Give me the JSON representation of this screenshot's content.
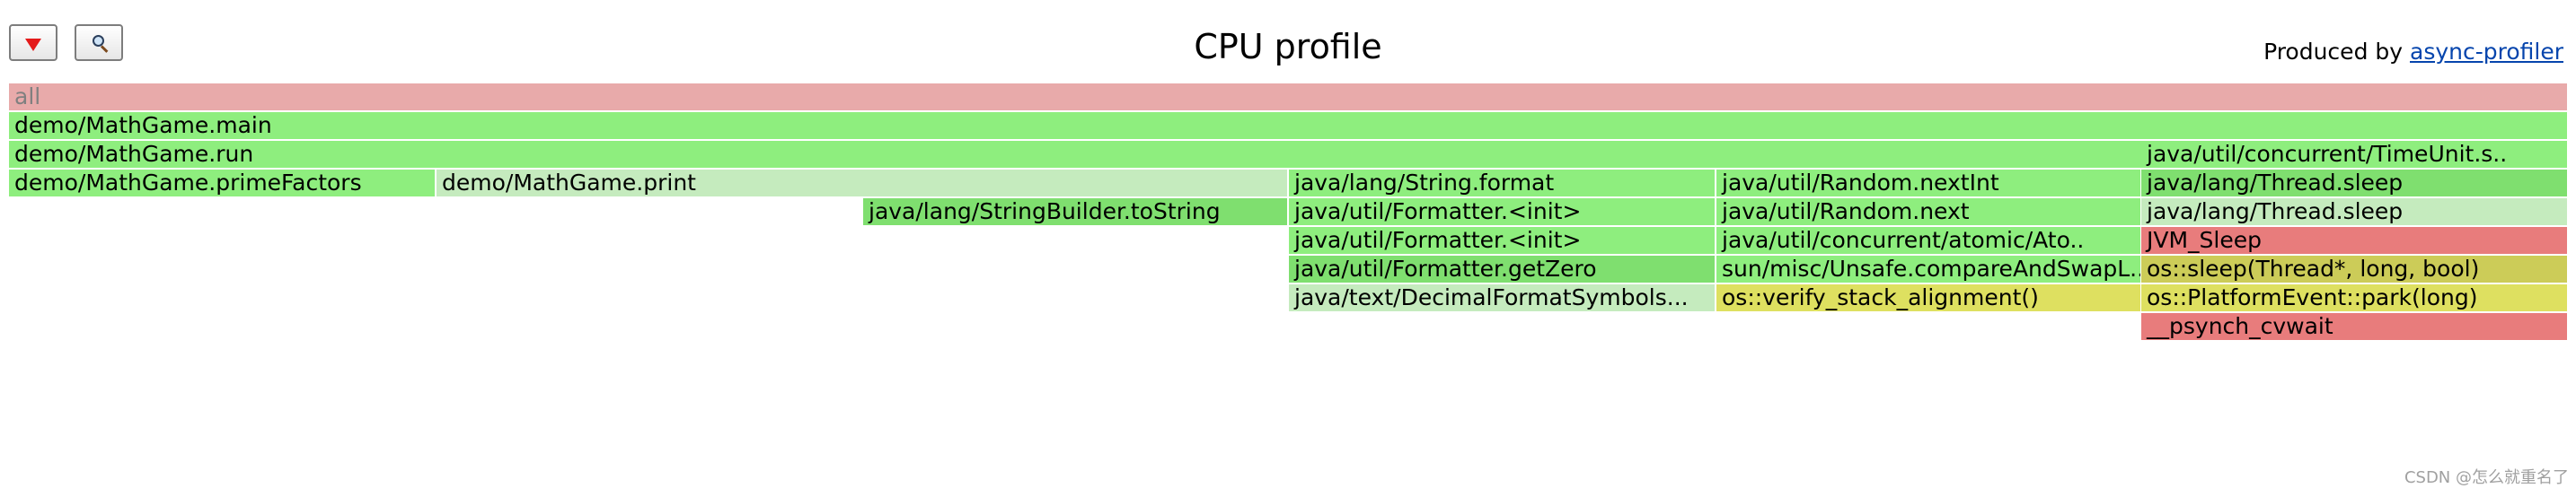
{
  "toolbar": {
    "reverse_icon": "down-triangle-icon",
    "search_icon": "magnifier-icon"
  },
  "header": {
    "title": "CPU profile",
    "produced_by_prefix": "Produced by ",
    "produced_by_link": "async-profiler"
  },
  "colors": {
    "root": "#e8aaaa",
    "java_bright": "#8eee7e",
    "java_mid": "#7fdf6f",
    "java_pale": "#c5ebbe",
    "native_red": "#e87c7c",
    "cpp_yellow": "#dee060",
    "cpp_olive": "#cccc58"
  },
  "flamegraph": {
    "frames": [
      {
        "label": "all",
        "depth": 0,
        "start": 0.0,
        "width": 1.0,
        "color": "#e8aaaa",
        "text_color": "#808080"
      },
      {
        "label": "demo/MathGame.main",
        "depth": 1,
        "start": 0.0,
        "width": 1.0,
        "color": "#8eee7e",
        "text_color": "#000000"
      },
      {
        "label": "demo/MathGame.run",
        "depth": 2,
        "start": 0.0,
        "width": 1.0,
        "color": "#8eee7e",
        "text_color": "#000000"
      },
      {
        "label": "java/util/concurrent/TimeUnit.s..",
        "depth": 2,
        "start": 0.8331,
        "width": 0.1669,
        "color": "#8eee7e",
        "text_color": "#000000"
      },
      {
        "label": "demo/MathGame.primeFactors",
        "depth": 3,
        "start": 0.0,
        "width": 0.1669,
        "color": "#8eee7e",
        "text_color": "#000000"
      },
      {
        "label": "demo/MathGame.print",
        "depth": 3,
        "start": 0.1669,
        "width": 0.3331,
        "color": "#c5ebbe",
        "text_color": "#000000"
      },
      {
        "label": "java/lang/String.format",
        "depth": 3,
        "start": 0.5,
        "width": 0.1669,
        "color": "#8eee7e",
        "text_color": "#000000"
      },
      {
        "label": "java/util/Random.nextInt",
        "depth": 3,
        "start": 0.6669,
        "width": 0.1662,
        "color": "#8eee7e",
        "text_color": "#000000"
      },
      {
        "label": "java/lang/Thread.sleep",
        "depth": 3,
        "start": 0.8331,
        "width": 0.1669,
        "color": "#7fdf6f",
        "text_color": "#000000"
      },
      {
        "label": "java/lang/StringBuilder.toString",
        "depth": 4,
        "start": 0.3338,
        "width": 0.1662,
        "color": "#7fdf6f",
        "text_color": "#000000"
      },
      {
        "label": "java/util/Formatter.<init>",
        "depth": 4,
        "start": 0.5,
        "width": 0.1669,
        "color": "#8eee7e",
        "text_color": "#000000"
      },
      {
        "label": "java/util/Random.next",
        "depth": 4,
        "start": 0.6669,
        "width": 0.1662,
        "color": "#8eee7e",
        "text_color": "#000000"
      },
      {
        "label": "java/lang/Thread.sleep",
        "depth": 4,
        "start": 0.8331,
        "width": 0.1669,
        "color": "#c5ebbe",
        "text_color": "#000000"
      },
      {
        "label": "java/util/Formatter.<init>",
        "depth": 5,
        "start": 0.5,
        "width": 0.1669,
        "color": "#8eee7e",
        "text_color": "#000000"
      },
      {
        "label": "java/util/concurrent/atomic/Ato..",
        "depth": 5,
        "start": 0.6669,
        "width": 0.1662,
        "color": "#8eee7e",
        "text_color": "#000000"
      },
      {
        "label": "JVM_Sleep",
        "depth": 5,
        "start": 0.8331,
        "width": 0.1669,
        "color": "#e87c7c",
        "text_color": "#000000"
      },
      {
        "label": "java/util/Formatter.getZero",
        "depth": 6,
        "start": 0.5,
        "width": 0.1669,
        "color": "#7fdf6f",
        "text_color": "#000000"
      },
      {
        "label": "sun/misc/Unsafe.compareAndSwapL..",
        "depth": 6,
        "start": 0.6669,
        "width": 0.1662,
        "color": "#8eee7e",
        "text_color": "#000000"
      },
      {
        "label": "os::sleep(Thread*, long, bool)",
        "depth": 6,
        "start": 0.8331,
        "width": 0.1669,
        "color": "#cccc58",
        "text_color": "#000000"
      },
      {
        "label": "java/text/DecimalFormatSymbols...",
        "depth": 7,
        "start": 0.5,
        "width": 0.1669,
        "color": "#c5ebbe",
        "text_color": "#000000"
      },
      {
        "label": "os::verify_stack_alignment()",
        "depth": 7,
        "start": 0.6669,
        "width": 0.1662,
        "color": "#dee060",
        "text_color": "#000000"
      },
      {
        "label": "os::PlatformEvent::park(long)",
        "depth": 7,
        "start": 0.8331,
        "width": 0.1669,
        "color": "#dee060",
        "text_color": "#000000"
      },
      {
        "label": "__psynch_cvwait",
        "depth": 8,
        "start": 0.8331,
        "width": 0.1669,
        "color": "#e87c7c",
        "text_color": "#000000"
      }
    ]
  },
  "watermark": "CSDN @怎么就重名了"
}
